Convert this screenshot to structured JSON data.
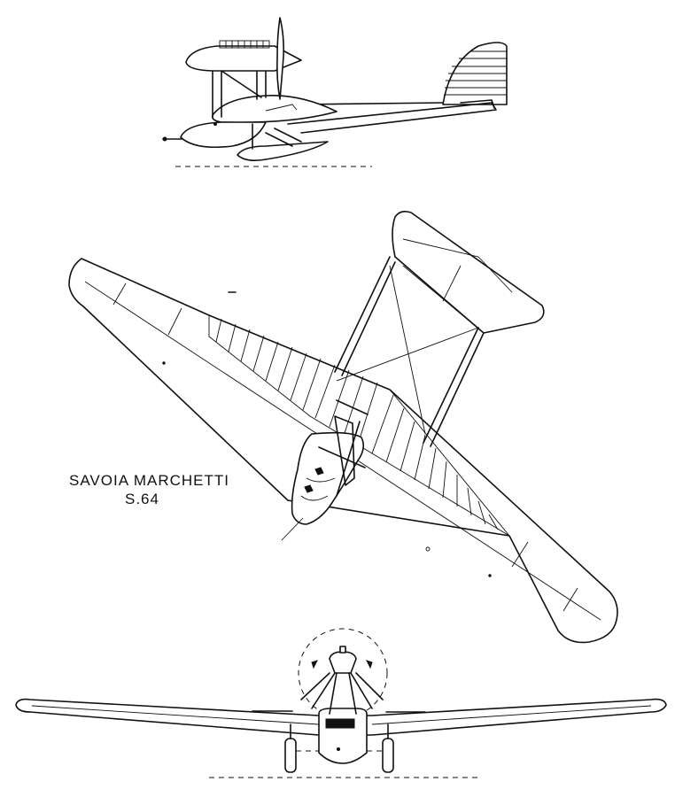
{
  "diagram": {
    "title_line1": "SAVOIA MARCHETTI",
    "title_line2": "S.64",
    "views": [
      "side-view",
      "plan-view",
      "front-view"
    ]
  }
}
